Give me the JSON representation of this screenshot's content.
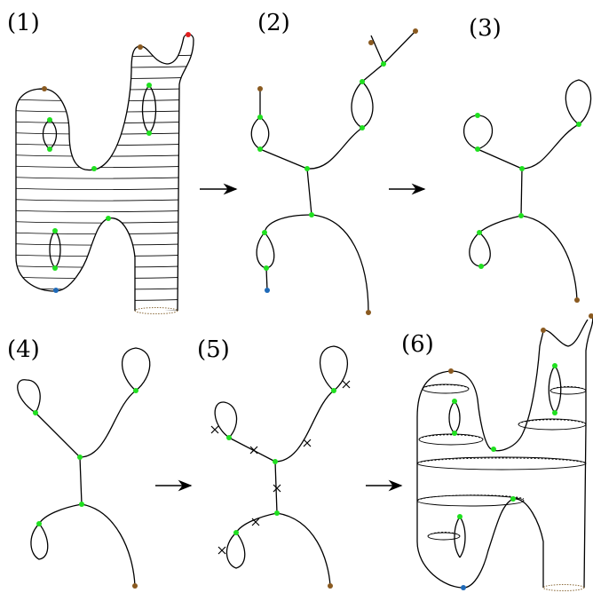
{
  "labels": [
    "(1)",
    "(2)",
    "(3)",
    "(4)",
    "(5)",
    "(6)"
  ],
  "colors": {
    "critical_point": "#1fe01f",
    "max_point": "#e01f1f",
    "min_point": "#1f6ab8",
    "end_point": "#8a5a20",
    "stroke": "#000000"
  }
}
